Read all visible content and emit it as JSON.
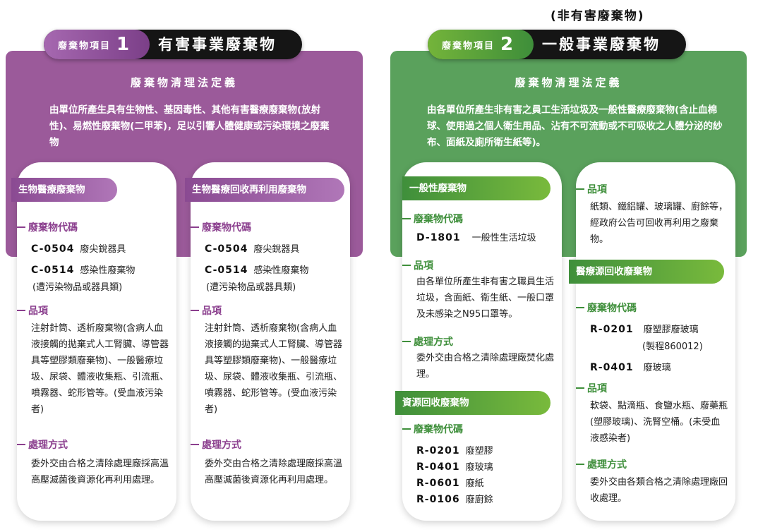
{
  "left": {
    "header": {
      "label": "廢棄物項目",
      "number": "1",
      "title": "有害事業廢棄物"
    },
    "panel": {
      "title": "廢棄物清理法定義",
      "desc": "由單位所產生具有生物性、基因毒性、其他有害醫療廢棄物(放射性)、易燃性廢棄物(二甲苯)，足以引響人體健康或污染環境之廢棄物"
    },
    "cards": [
      {
        "tab": "生物醫療廢棄物",
        "codes_label": "廢棄物代碼",
        "codes": [
          {
            "code": "C-0504",
            "name": "廢尖銳器具"
          },
          {
            "code": "C-0514",
            "name": "感染性廢棄物"
          }
        ],
        "codes_note": "(遭污染物品或器具類)",
        "items_label": "品項",
        "items": "注射針筒、透析廢棄物(含病人血液接觸的拋棄式人工腎臟、導管器具等塑膠類廢棄物)、一般醫療垃圾、尿袋、體液收集瓶、引流瓶、噴霧器、蛇形管等。(受血液污染者)",
        "method_label": "處理方式",
        "method": "委外交由合格之清除處理廠採高溫高壓滅菌後資源化再利用處理。"
      },
      {
        "tab": "生物醫療回收再利用廢棄物",
        "codes_label": "廢棄物代碼",
        "codes": [
          {
            "code": "C-0504",
            "name": "廢尖銳器具"
          },
          {
            "code": "C-0514",
            "name": "感染性廢棄物"
          }
        ],
        "codes_note": "(遭污染物品或器具類)",
        "items_label": "品項",
        "items": "注射針筒、透析廢棄物(含病人血液接觸的拋棄式人工腎臟、導管器具等塑膠類廢棄物)、一般醫療垃圾、尿袋、體液收集瓶、引流瓶、噴霧器、蛇形管等。(受血液污染者)",
        "method_label": "處理方式",
        "method": "委外交由合格之清除處理廠採高溫高壓滅菌後資源化再利用處理。"
      }
    ]
  },
  "right": {
    "note": "(非有害廢棄物)",
    "header": {
      "label": "廢棄物項目",
      "number": "2",
      "title": "一般事業廢棄物"
    },
    "panel": {
      "title": "廢棄物清理法定義",
      "desc": "由各單位所產生非有害之員工生活垃圾及一般性醫療廢棄物(含止血棉球、使用過之個人衛生用品、沾有不可流動或不可吸收之人體分泌的紗布、面紙及廁所衛生紙等)。"
    },
    "card3": {
      "tab1": "一般性廢棄物",
      "codes_label": "廢棄物代碼",
      "code1": {
        "code": "D-1801",
        "name": "一般性生活垃圾"
      },
      "items_label": "品項",
      "items": "由各單位所產生非有害之職員生活垃圾，含面紙、衛生紙、一般口罩及未感染之N95口罩等。",
      "method_label": "處理方式",
      "method": "委外交由合格之清除處理廠焚化處理。",
      "tab2": "資源回收廢棄物",
      "codes2_label": "廢棄物代碼",
      "codes2": [
        {
          "code": "R-0201",
          "name": "廢塑膠"
        },
        {
          "code": "R-0401",
          "name": "廢玻璃"
        },
        {
          "code": "R-0601",
          "name": "廢紙"
        },
        {
          "code": "R-0106",
          "name": "廢廚餘"
        }
      ]
    },
    "card4": {
      "items_label": "品項",
      "items": "紙類、鐵鋁罐、玻璃罐、廚餘等，經政府公告可回收再利用之廢棄物。",
      "tab": "醫療源回收廢棄物",
      "codes_label": "廢棄物代碼",
      "code1": {
        "code": "R-0201",
        "name": "廢塑膠廢玻璃"
      },
      "code1_note": "(製程860012)",
      "code2": {
        "code": "R-0401",
        "name": "廢玻璃"
      },
      "items2_label": "品項",
      "items2": "軟袋、點滴瓶、食鹽水瓶、廢藥瓶(塑膠玻璃)、洗腎空桶。(未受血液感染者)",
      "method_label": "處理方式",
      "method": "委外交由各類合格之清除處理廠回收處理。"
    }
  }
}
